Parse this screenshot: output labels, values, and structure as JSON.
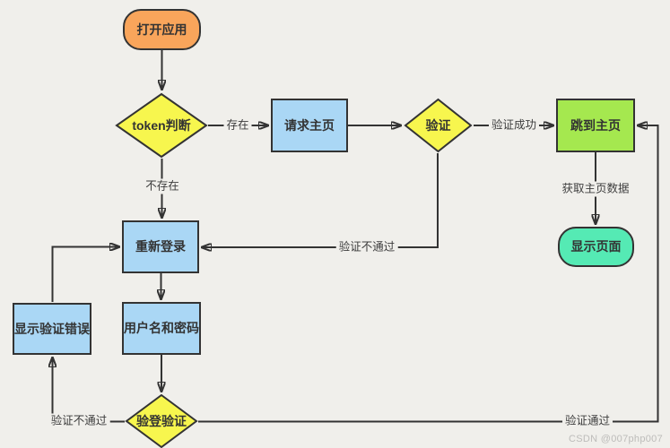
{
  "page": {
    "background": "#f0efeb",
    "watermark": "CSDN @007php007"
  },
  "palette": {
    "node_border": "#333333",
    "edge_line": "#333333",
    "start_fill": "#f9a55b",
    "decision_fill": "#f7f64e",
    "process_fill": "#aad7f5",
    "success_fill": "#a5e84f",
    "terminal_fill": "#55eab4",
    "edge_label_text": "#3d3d3d"
  },
  "nodes": {
    "start": "打开应用",
    "token_check": "token判断",
    "request_home": "请求主页",
    "verify": "验证",
    "jump_home": "跳到主页",
    "show_page": "显示页面",
    "relogin": "重新登录",
    "show_error": "显示验证错误",
    "credentials": "用户名和密码",
    "login_verify": "验登验证"
  },
  "edge_labels": {
    "exists": "存在",
    "not_exists": "不存在",
    "verify_success": "验证成功",
    "fetch_home_data": "获取主页数据",
    "verify_fail_mid": "验证不通过",
    "verify_fail_bottom": "验证不通过",
    "verify_pass": "验证通过"
  }
}
